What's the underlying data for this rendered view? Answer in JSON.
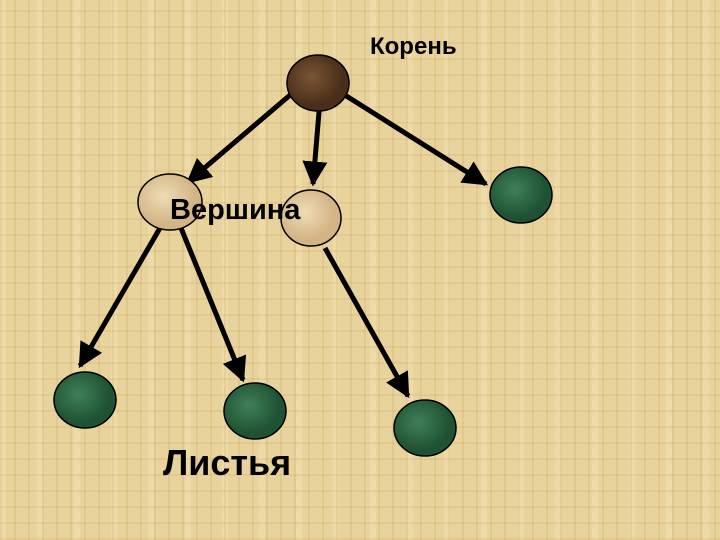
{
  "labels": {
    "root": "Корень",
    "vertex": "Вершина",
    "leaves": "Листья"
  },
  "colors": {
    "root": "#5a3a22",
    "vertex": "#e2c89a",
    "leaf": "#2f6a45",
    "arrow": "#000000"
  }
}
